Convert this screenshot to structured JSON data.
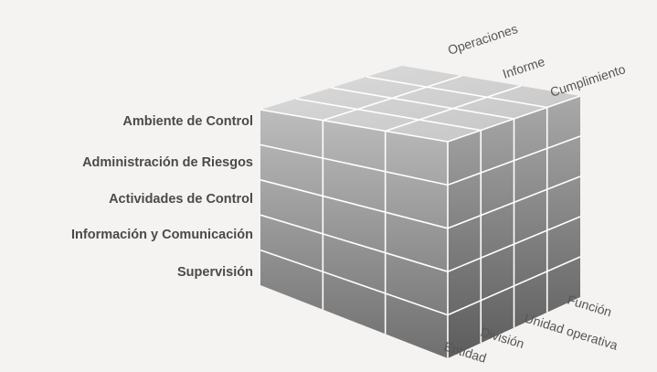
{
  "components": [
    "Ambiente de Control",
    "Administración de Riesgos",
    "Actividades de Control",
    "Información y Comunicación",
    "Supervisión"
  ],
  "objectives": [
    "Operaciones",
    "Informe",
    "Cumplimiento"
  ],
  "levels": [
    "Función",
    "Unidad operativa",
    "División",
    "Entidad"
  ],
  "colors": {
    "background": "#f4f3f1",
    "top_face": "#cfcfcf",
    "front_face_top": "#bdbdbd",
    "front_face_bottom": "#6f6f6f",
    "side_face_top": "#a9a9a9",
    "side_face_bottom": "#5c5c5c",
    "grid_lines": "#ffffff",
    "label_text": "#4a4a4a"
  }
}
